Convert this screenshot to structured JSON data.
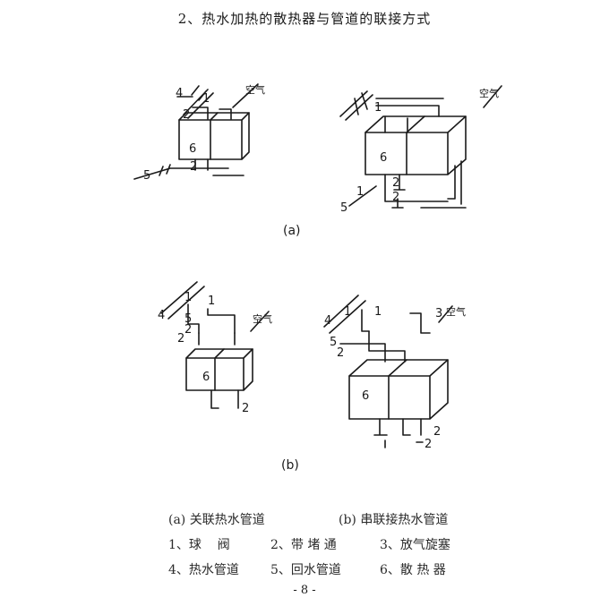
{
  "title": "2、热水加热的散热器与管道的联接方式",
  "sub_a": "(a)",
  "sub_b": "(b)",
  "cap_a": "(a) 关联热水管道",
  "cap_b": "(b) 串联接热水管道",
  "legend": {
    "l1": "1、球    阀",
    "l2": "2、带 堵 通",
    "l3": "3、放气旋塞",
    "l4": "4、热水管道",
    "l5": "5、回水管道",
    "l6": "6、散 热 器"
  },
  "figure_labels": {
    "n1": "1",
    "n2": "2",
    "n3": "3",
    "n4": "4",
    "n5": "5",
    "n6": "6",
    "air": "空气"
  },
  "page_number": "- 8 -"
}
